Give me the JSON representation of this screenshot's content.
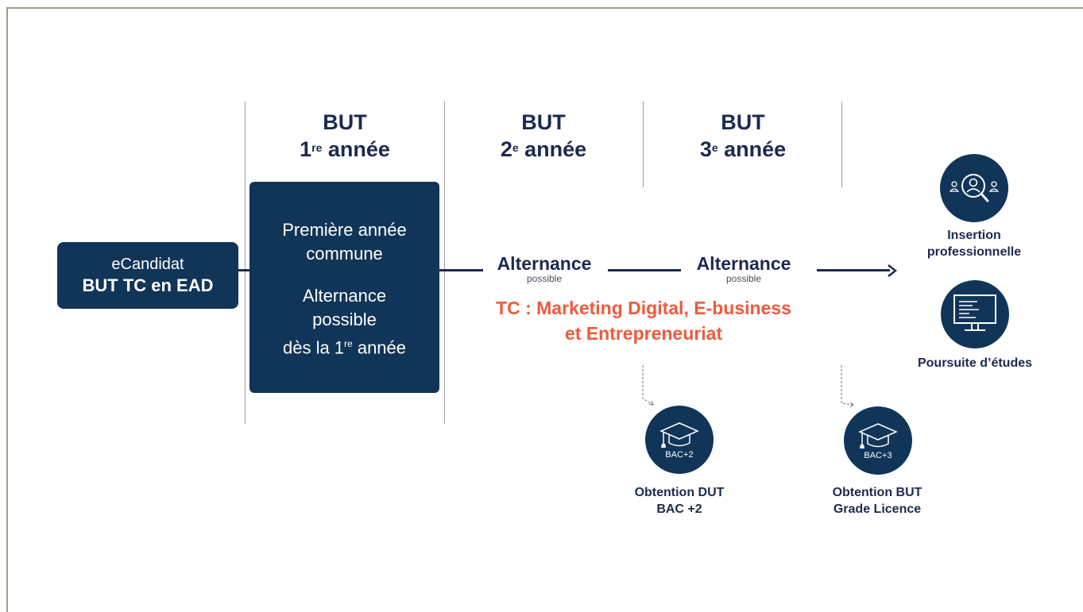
{
  "columns": [
    {
      "line1": "BUT",
      "num": "1",
      "sup": "re",
      "rest": " année"
    },
    {
      "line1": "BUT",
      "num": "2",
      "sup": "e",
      "rest": " année"
    },
    {
      "line1": "BUT",
      "num": "3",
      "sup": "e",
      "rest": " année"
    }
  ],
  "entry": {
    "line1": "eCandidat",
    "line2": "BUT TC en EAD"
  },
  "first_year": {
    "title_line1": "Première année",
    "title_line2": "commune",
    "alt_title": "Alternance",
    "alt_line2": "possible",
    "alt_line3_pre": "dès la 1",
    "alt_line3_sup": "re",
    "alt_line3_post": " année"
  },
  "alternance": [
    {
      "main": "Alternance",
      "sub": "possible"
    },
    {
      "main": "Alternance",
      "sub": "possible"
    }
  ],
  "specialty": {
    "line1": "TC : Marketing Digital, E-business",
    "line2": "et Entrepreneuriat"
  },
  "outcomes": [
    {
      "icon": "people-search-icon",
      "line1": "Insertion",
      "line2": "professionnelle"
    },
    {
      "icon": "monitor-icon",
      "line1": "Poursuite d’études",
      "line2": ""
    }
  ],
  "diplomas": [
    {
      "icon": "graduation-cap-icon",
      "cap_text": "BAC+2",
      "line1": "Obtention DUT",
      "line2": "BAC +2"
    },
    {
      "icon": "graduation-cap-icon",
      "cap_text": "BAC+3",
      "line1": "Obtention BUT",
      "line2": "Grade Licence"
    }
  ],
  "colors": {
    "navy": "#113558",
    "text_navy": "#1c2a50",
    "accent": "#ef5a3c",
    "border": "#a39a87"
  }
}
